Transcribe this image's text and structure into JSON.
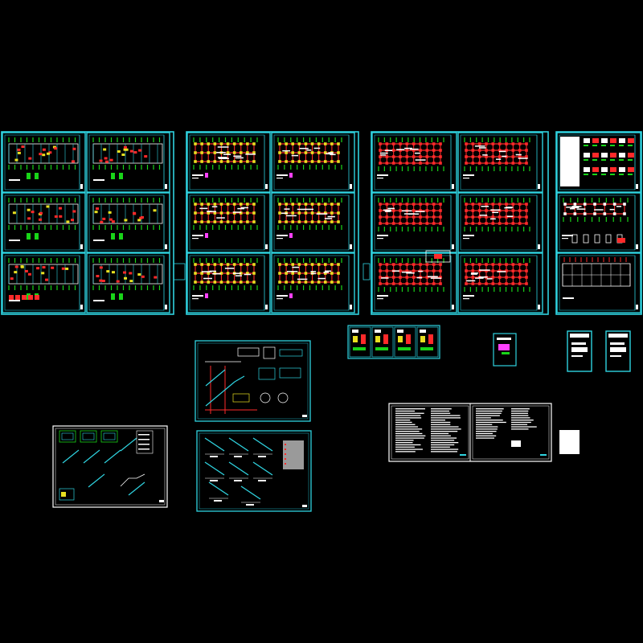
{
  "viewer": {
    "background": "#000000",
    "palette": {
      "frame": "#2fd3e0",
      "frame_bright": "#39e8f0",
      "inner": "#1fb8c8",
      "red": "#ff2a2a",
      "green": "#19d419",
      "yellow": "#e8e020",
      "white": "#ffffff",
      "magenta": "#ff40ff",
      "grey": "#9a9a9a"
    }
  },
  "sheet_sets": [
    {
      "name": "floor-plan-set",
      "style": "plan-mixed"
    },
    {
      "name": "roof-beam-set",
      "style": "beam-yellow"
    },
    {
      "name": "column-grid-set",
      "style": "grid-red"
    },
    {
      "name": "detail-set",
      "style": "detail"
    }
  ],
  "other_sheets": [
    "stair-detail-sheet-a",
    "stair-detail-sheet-b",
    "stair-detail-sheet-c",
    "small-detail-strip",
    "single-detail-card",
    "note-card-a",
    "note-card-b",
    "general-notes-sheet",
    "blank-white-card"
  ]
}
